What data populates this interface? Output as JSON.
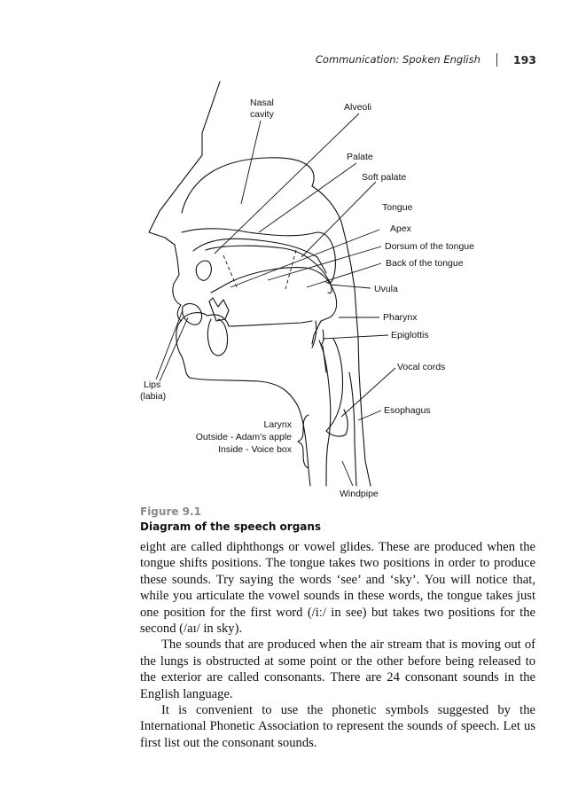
{
  "running_head": {
    "section": "Communication: Spoken English",
    "page_number": "193"
  },
  "diagram_labels": {
    "nasal_cavity_1": "Nasal",
    "nasal_cavity_2": "cavity",
    "alveoli": "Alveoli",
    "palate": "Palate",
    "soft_palate": "Soft palate",
    "tongue": "Tongue",
    "apex": "Apex",
    "dorsum": "Dorsum of the tongue",
    "back_of_tongue": "Back of the tongue",
    "uvula": "Uvula",
    "pharynx": "Pharynx",
    "epiglottis": "Epiglottis",
    "vocal_cords": "Vocal cords",
    "esophagus": "Esophagus",
    "windpipe": "Windpipe",
    "lips_1": "Lips",
    "lips_2": "(labia)",
    "larynx_1": "Larynx",
    "larynx_2": "Outside - Adam's apple",
    "larynx_3": "Inside - Voice box"
  },
  "figure": {
    "number": "Figure 9.1",
    "title": "Diagram of the speech organs"
  },
  "body": {
    "p1": "eight are called diphthongs or vowel glides. These are produced when the tongue shifts positions. The tongue takes two positions in order to produce these sounds. Try saying the words ‘see’ and ‘sky’. You will notice that, while you articulate the vowel sounds in these words, the tongue takes just one position for the first word (/iː/ in see) but takes two positions for the second (/aɪ/ in sky).",
    "p2": "The sounds that are produced when the air stream that is moving out of the lungs is obstructed at some point or the other before being released to the exterior are called consonants. There are 24 consonant sounds in the English language.",
    "p3": "It is convenient to use the phonetic symbols suggested by the International Phonetic Association to represent the sounds of speech. Let us first list out the consonant sounds."
  }
}
